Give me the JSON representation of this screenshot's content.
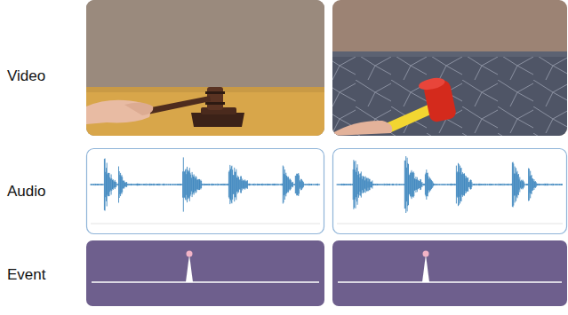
{
  "diagram": {
    "labels": [
      "Video",
      "Audio",
      "Event"
    ]
  }
}
